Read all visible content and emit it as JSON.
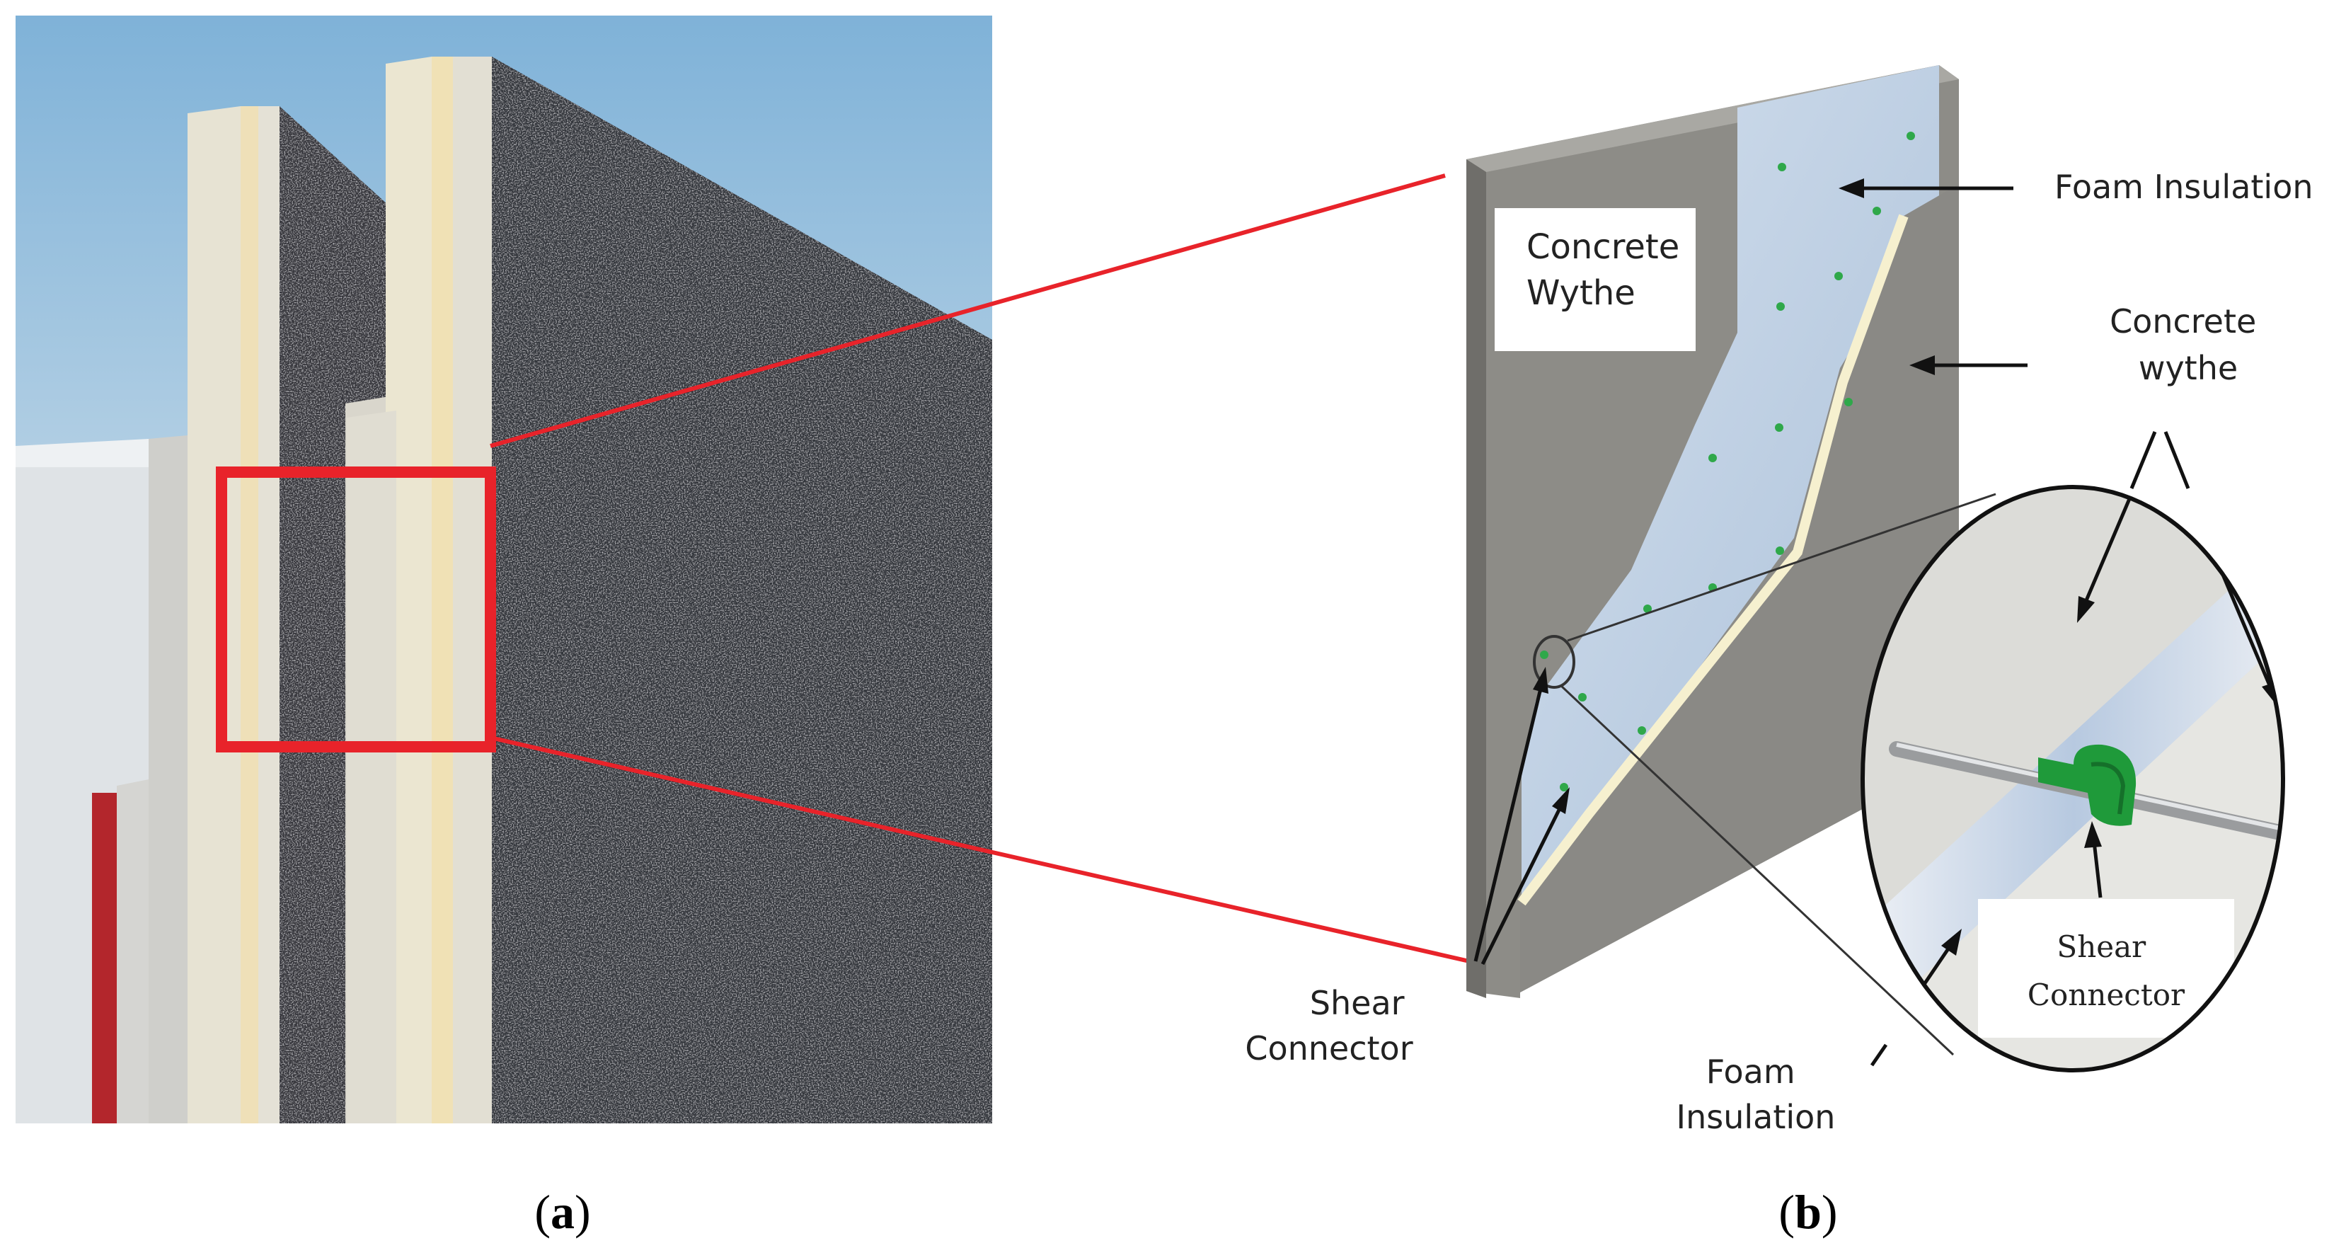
{
  "panel_a": {
    "caption_open": "(",
    "caption_letter": "a",
    "caption_close": ")"
  },
  "panel_b": {
    "caption_open": "(",
    "caption_letter": "b",
    "caption_close": ")",
    "labels": {
      "concrete_wythe_box": [
        "Concrete",
        "Wythe"
      ],
      "foam_insulation_top": "Foam Insulation",
      "concrete_wythe_right": [
        "Concrete",
        "wythe"
      ],
      "shear_connector_left": [
        "Shear",
        "Connector"
      ],
      "foam_insulation_bottom": [
        "Foam",
        "Insulation"
      ],
      "shear_connector_inset": [
        "Shear",
        "Connector"
      ]
    }
  },
  "colors": {
    "highlight_red": "#e8232a",
    "concrete_grey": "#8a8a86",
    "foam_blue": "#c6d5e6",
    "connector_green": "#1f9a3a",
    "porous_concrete": "#35363c",
    "sky_blue": "#b9cfe0"
  }
}
